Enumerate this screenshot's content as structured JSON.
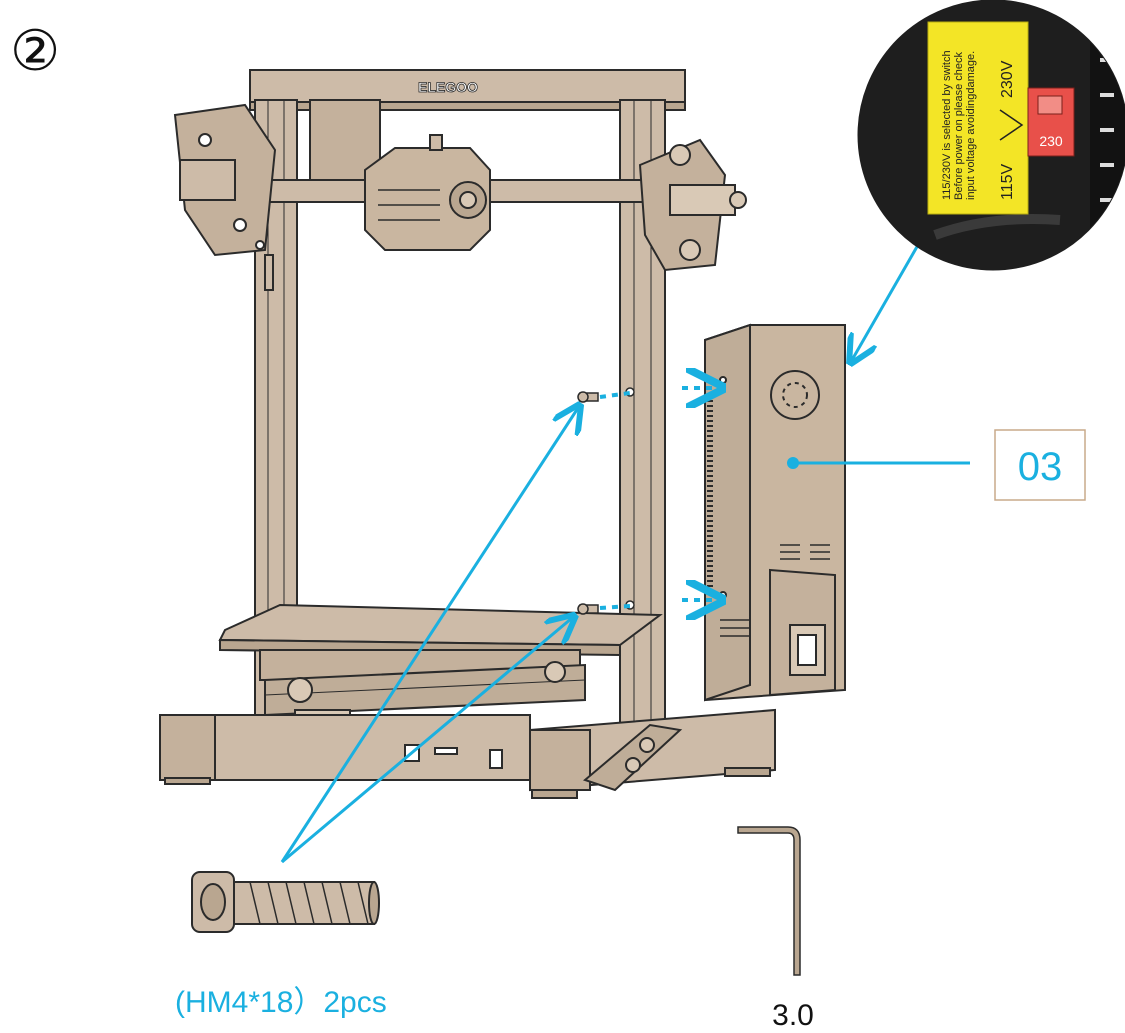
{
  "step": {
    "number": "②"
  },
  "callout": {
    "label": "03"
  },
  "screw": {
    "spec": "(HM4*18）2pcs"
  },
  "hex_key": {
    "size": "3.0"
  },
  "brand": {
    "logo": "ELEGOO"
  },
  "psu_label": {
    "line1": "115/230V  is selected by switch",
    "line2": "Before power on please check",
    "line3": "input voltage avoidingdamage.",
    "v_low": "115V",
    "v_high": "230V",
    "switch_value": "230"
  },
  "colors": {
    "accent": "#1ab0e0",
    "metal": "#cdbba8",
    "metal_dark": "#a8957f",
    "outline": "#2b2b2b",
    "label_yellow": "#f3e526",
    "switch_red": "#e8504a",
    "zoom_bg": "#1e1e1e"
  }
}
